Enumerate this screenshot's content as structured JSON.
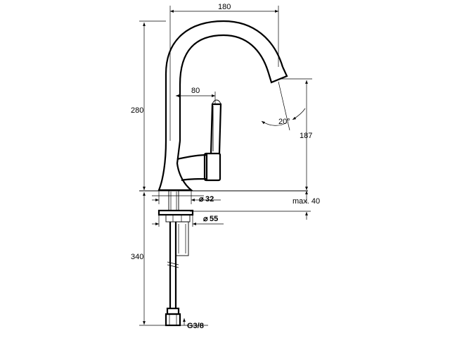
{
  "dimensions": {
    "spout_reach": "180",
    "lever_offset": "80",
    "total_height": "280",
    "outlet_height": "187",
    "spout_angle": "20°",
    "base_diameter": "32",
    "washer_diameter": "55",
    "max_thickness": "max. 40",
    "hose_length": "340",
    "thread": "G3/8"
  },
  "symbols": {
    "diameter": "⌀"
  }
}
